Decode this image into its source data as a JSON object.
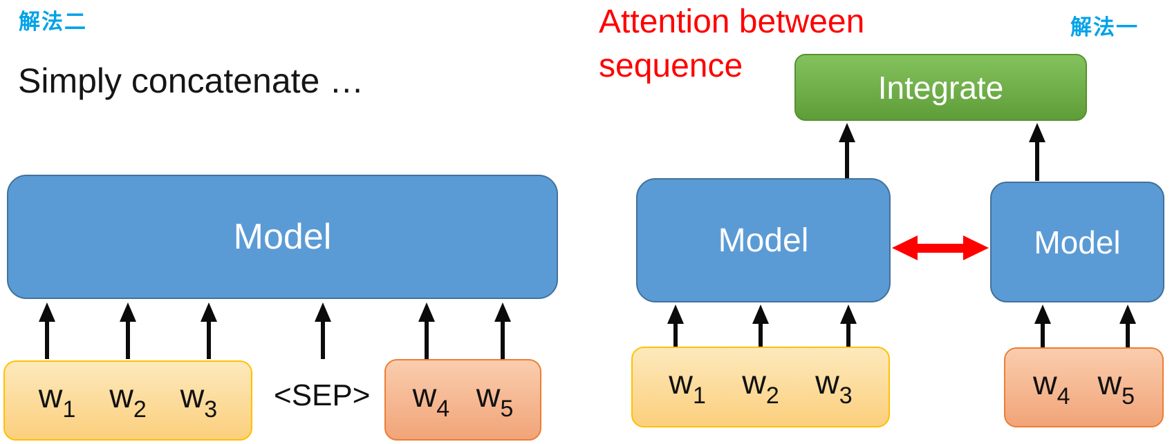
{
  "colors": {
    "model_blue": "#5B9BD5",
    "model_border_blue": "#41719C",
    "integrate_green": "#6CAB44",
    "token_yellow_fill": "#FBD689",
    "token_yellow_border": "#FFC000",
    "token_orange_fill": "#F4B184",
    "token_orange_border": "#ED7D31",
    "arrow_black": "#0B0B0B",
    "emphasis_red": "#FF0000",
    "corner_tag_cyan": "#00A2E8",
    "box_text_white": "#FFFFFF"
  },
  "left_panel": {
    "corner_tag": "解法二",
    "caption": "Simply concatenate …",
    "model_label": "Model",
    "sep_token": "<SEP>",
    "sequence_a": [
      {
        "base": "w",
        "sub": "1"
      },
      {
        "base": "w",
        "sub": "2"
      },
      {
        "base": "w",
        "sub": "3"
      }
    ],
    "sequence_b": [
      {
        "base": "w",
        "sub": "4"
      },
      {
        "base": "w",
        "sub": "5"
      }
    ]
  },
  "right_panel": {
    "heading": "Attention between\nsequence",
    "corner_tag": "解法一",
    "integrate_label": "Integrate",
    "model_left_label": "Model",
    "model_right_label": "Model",
    "sequence_a": [
      {
        "base": "w",
        "sub": "1"
      },
      {
        "base": "w",
        "sub": "2"
      },
      {
        "base": "w",
        "sub": "3"
      }
    ],
    "sequence_b": [
      {
        "base": "w",
        "sub": "4"
      },
      {
        "base": "w",
        "sub": "5"
      }
    ]
  }
}
